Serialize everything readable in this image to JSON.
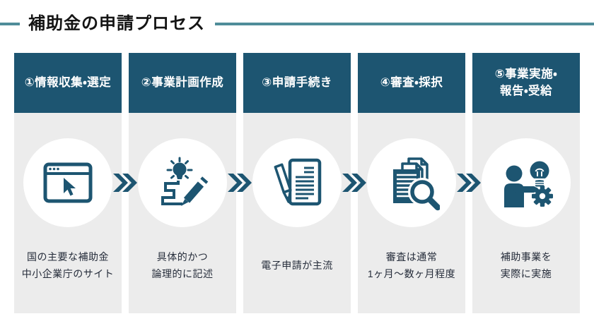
{
  "title": "補助金の申請プロセス",
  "colors": {
    "accent": "#1d5571",
    "header_bg": "#1d5571",
    "header_text": "#ffffff",
    "title_text": "#141414",
    "title_line": "#4f8d99",
    "column_bg": "#ececec",
    "circle_bg": "#ffffff",
    "desc_text": "#252c3a"
  },
  "steps": [
    {
      "title_lines": [
        "①情報収集・選定"
      ],
      "icon": "browser-cursor-icon",
      "desc_lines": [
        "国の主要な補助金",
        "中小企業庁のサイト"
      ]
    },
    {
      "title_lines": [
        "②事業計画作成"
      ],
      "icon": "idea-pencil-icon",
      "desc_lines": [
        "具体的かつ",
        "論理的に記述"
      ]
    },
    {
      "title_lines": [
        "③申請手続き"
      ],
      "icon": "document-pen-icon",
      "desc_lines": [
        "電子申請が主流"
      ]
    },
    {
      "title_lines": [
        "④審査・採択"
      ],
      "icon": "documents-magnifier-icon",
      "desc_lines": [
        "審査は通常",
        "1ヶ月〜数ヶ月程度"
      ]
    },
    {
      "title_lines": [
        "⑤事業実施・",
        "報告・受給"
      ],
      "icon": "person-idea-gear-icon",
      "desc_lines": [
        "補助事業を",
        "実際に実施"
      ]
    }
  ]
}
